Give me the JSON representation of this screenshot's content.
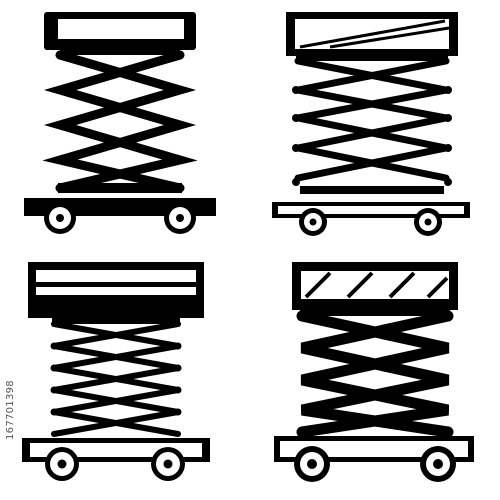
{
  "stock_id": "167701398",
  "icons": [
    {
      "name": "scissor-lift-icon",
      "variant": "solid-platform"
    },
    {
      "name": "scissor-lift-icon",
      "variant": "hatched-platform-pinned-joints"
    },
    {
      "name": "scissor-lift-icon",
      "variant": "double-rail-platform-pinned-joints"
    },
    {
      "name": "scissor-lift-icon",
      "variant": "striped-platform-outline-base"
    }
  ],
  "colors": {
    "ink": "#000000",
    "paper": "#ffffff"
  }
}
